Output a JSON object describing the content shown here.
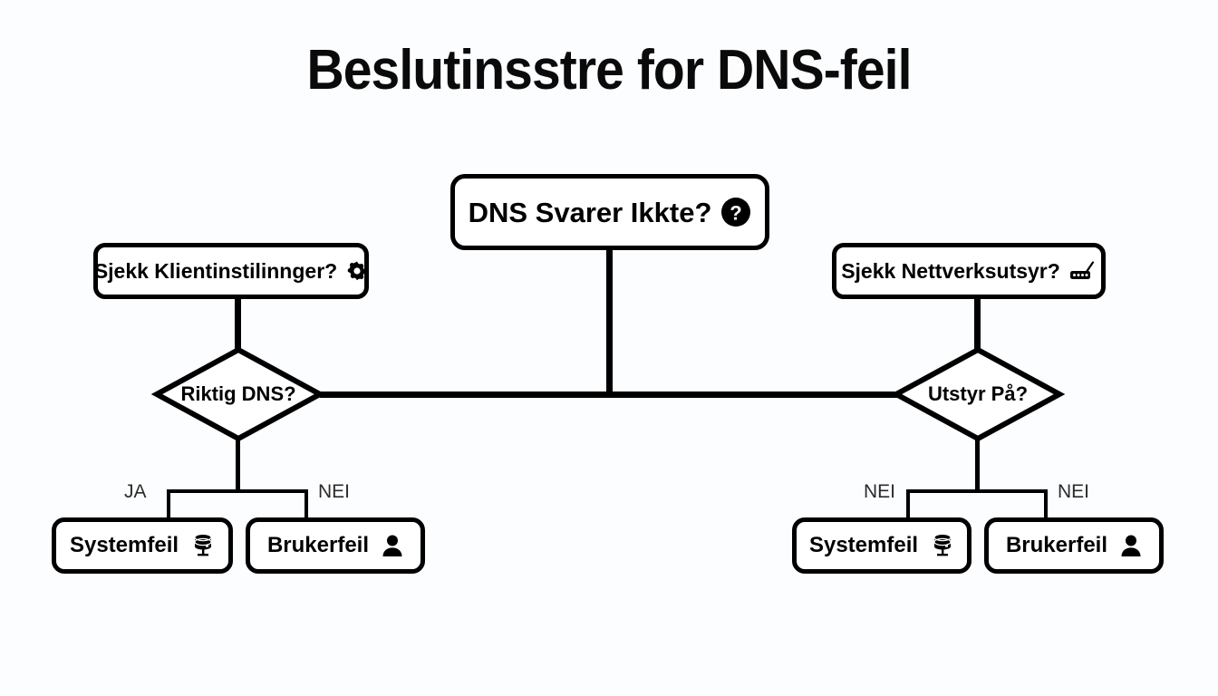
{
  "page": {
    "title": "Beslutinsstre for DNS-feil",
    "background_color": "#fcfdff",
    "line_color": "#000000",
    "text_color": "#000000",
    "edge_label_color": "#2b2b2b"
  },
  "diagram": {
    "type": "decision-tree",
    "root": {
      "label": "DNS Svarer Ikkte?",
      "icon": "question-circle-icon"
    },
    "branches": [
      {
        "side": "left",
        "question": {
          "label": "Sjekk Klientinstilinnger?",
          "icon": "gear-icon"
        },
        "decision": {
          "label": "Riktig DNS?"
        },
        "edges": [
          {
            "label": "JA"
          },
          {
            "label": "NEI"
          }
        ],
        "outcomes": [
          {
            "label": "Systemfeil",
            "icon": "database-icon"
          },
          {
            "label": "Brukerfeil",
            "icon": "user-icon"
          }
        ]
      },
      {
        "side": "right",
        "question": {
          "label": "Sjekk Nettverksutsyr?",
          "icon": "router-icon"
        },
        "decision": {
          "label": "Utstyr På?"
        },
        "edges": [
          {
            "label": "NEI"
          },
          {
            "label": "NEI"
          }
        ],
        "outcomes": [
          {
            "label": "Systemfeil",
            "icon": "database-icon"
          },
          {
            "label": "Brukerfeil",
            "icon": "user-icon"
          }
        ]
      }
    ]
  }
}
